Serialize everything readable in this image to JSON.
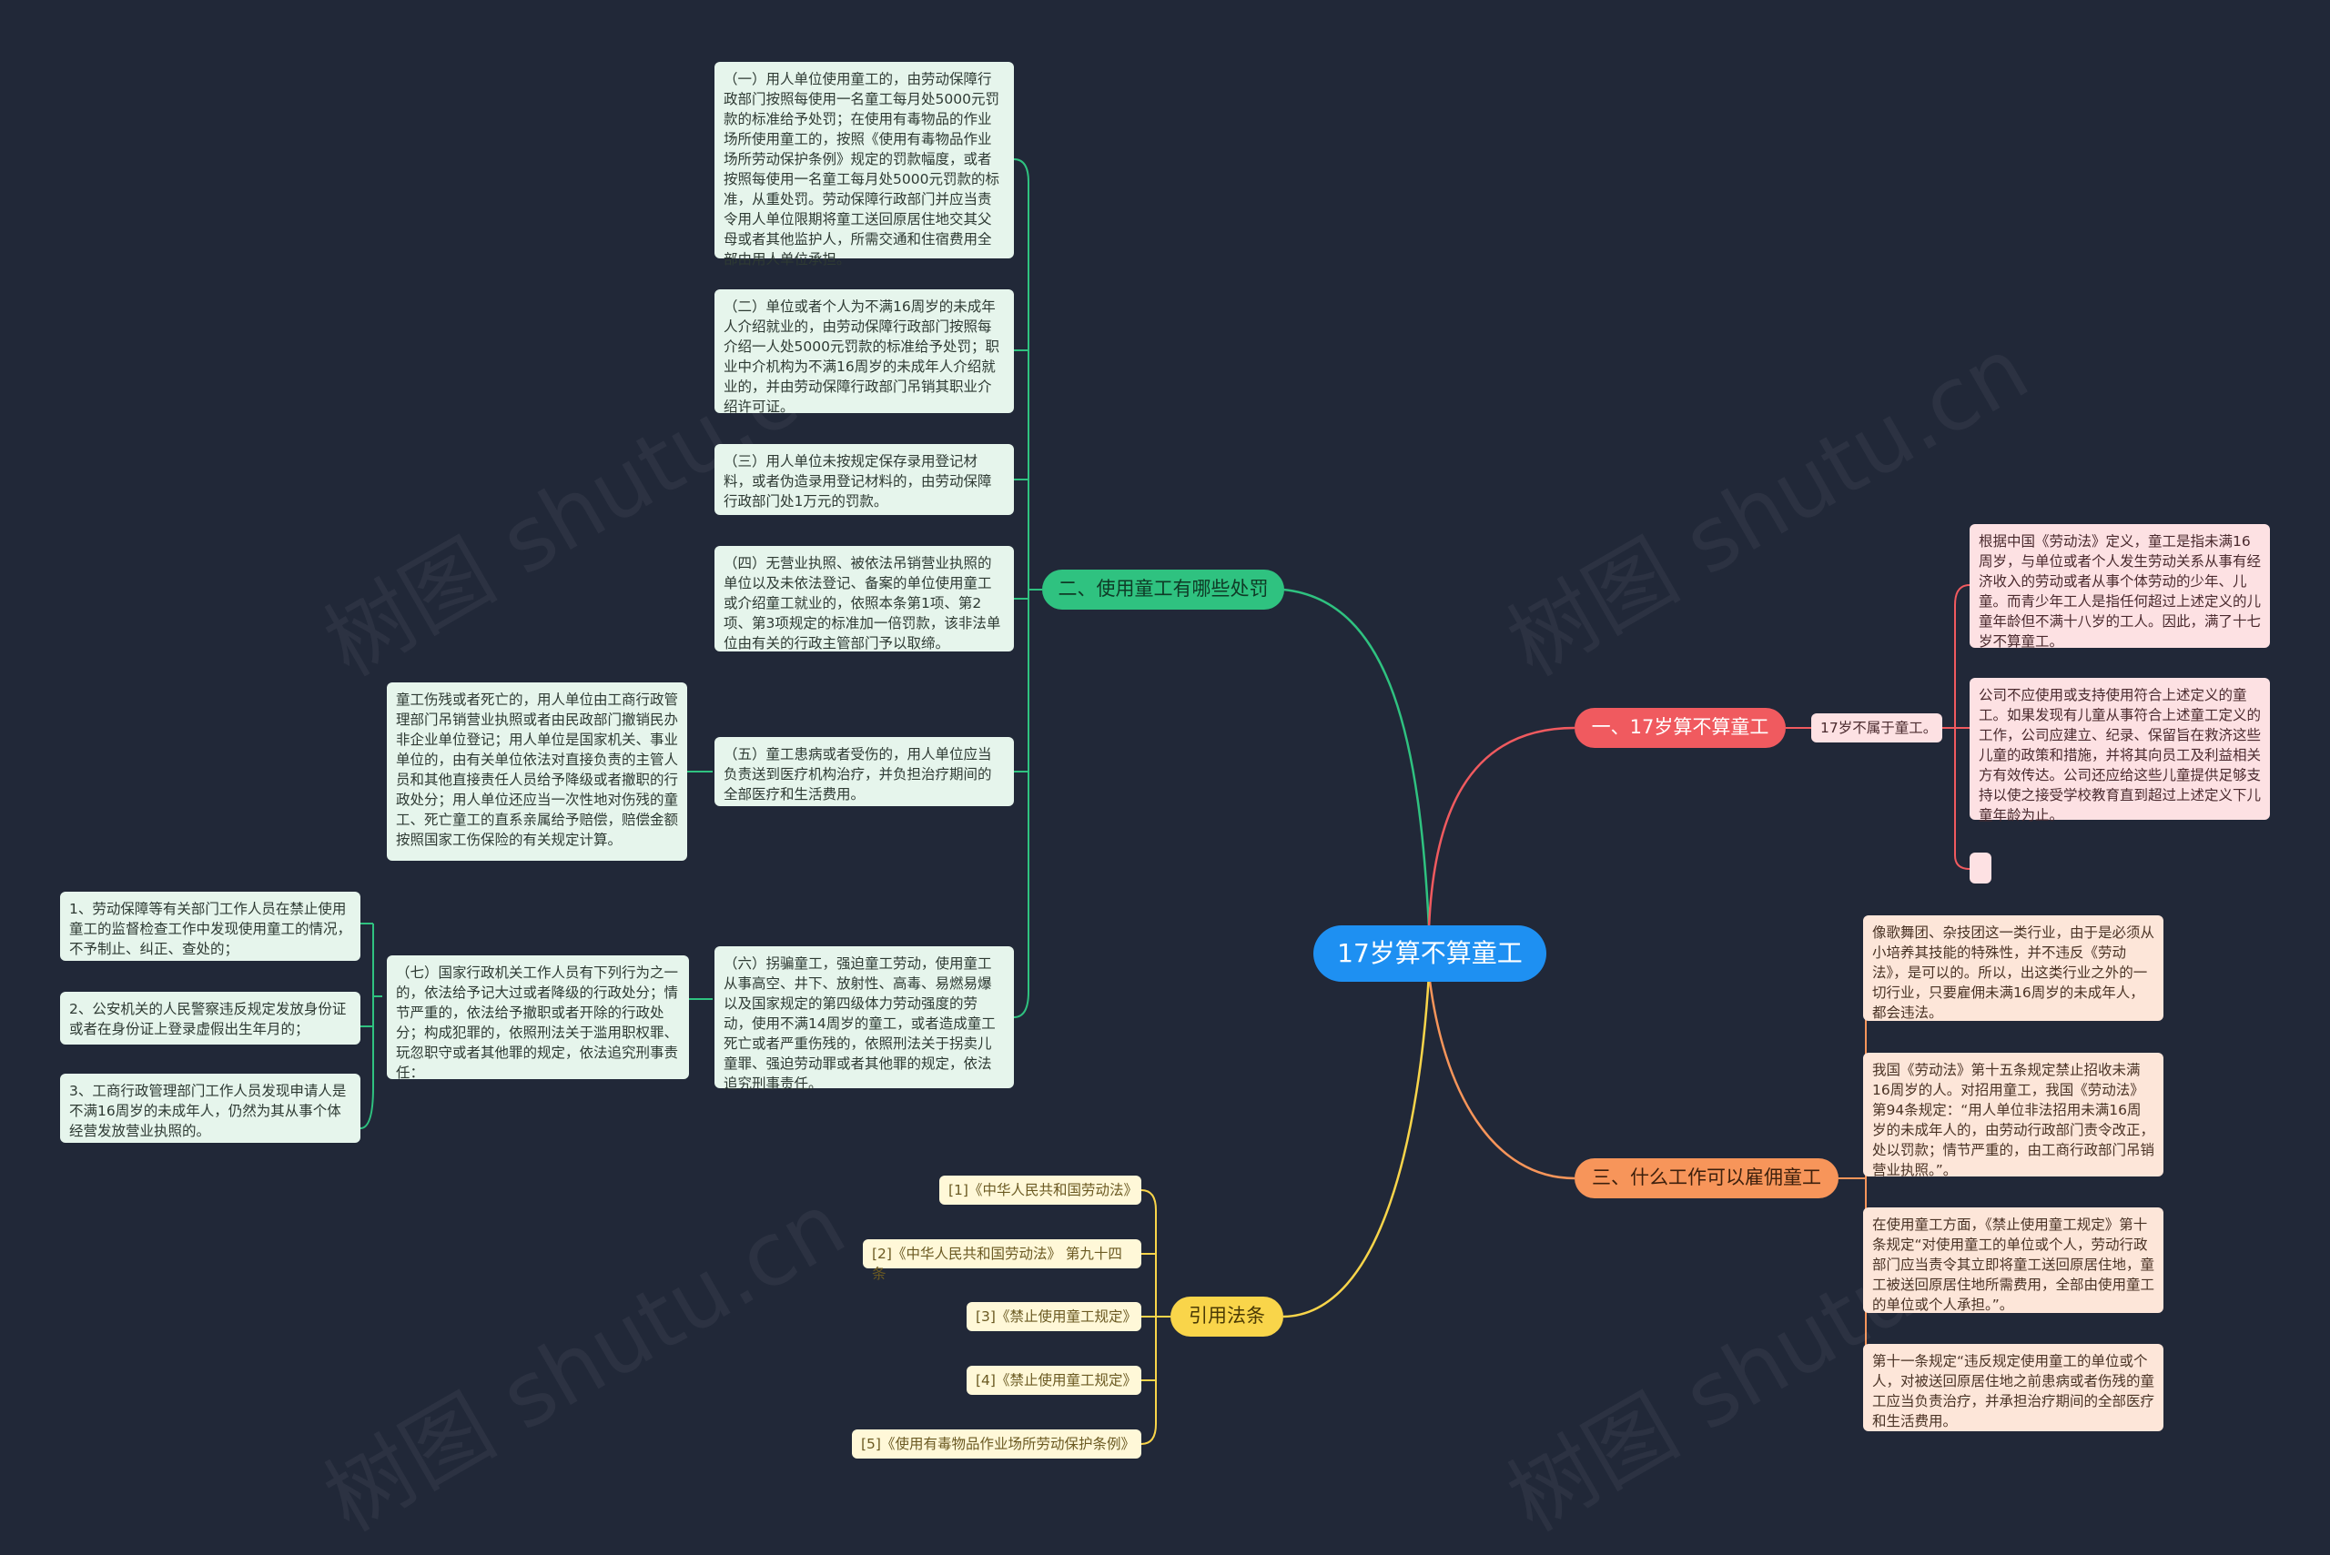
{
  "root": {
    "label": "17岁算不算童工"
  },
  "branches": {
    "penalties": {
      "label": "二、使用童工有哪些处罚",
      "color": "#2fc280"
    },
    "is_child_labor": {
      "label": "一、17岁算不算童工",
      "color": "#f05a5f"
    },
    "allowed_jobs": {
      "label": "三、什么工作可以雇佣童工",
      "color": "#f7955a"
    },
    "citations": {
      "label": "引用法条",
      "color": "#f9d54a"
    }
  },
  "penalties": [
    "（一）用人单位使用童工的，由劳动保障行政部门按照每使用一名童工每月处5000元罚款的标准给予处罚；在使用有毒物品的作业场所使用童工的，按照《使用有毒物品作业场所劳动保护条例》规定的罚款幅度，或者按照每使用一名童工每月处5000元罚款的标准，从重处罚。劳动保障行政部门并应当责令用人单位限期将童工送回原居住地交其父母或者其他监护人，所需交通和住宿费用全部由用人单位承担。",
    "（二）单位或者个人为不满16周岁的未成年人介绍就业的，由劳动保障行政部门按照每介绍一人处5000元罚款的标准给予处罚；职业中介机构为不满16周岁的未成年人介绍就业的，并由劳动保障行政部门吊销其职业介绍许可证。",
    "（三）用人单位未按规定保存录用登记材料，或者伪造录用登记材料的，由劳动保障行政部门处1万元的罚款。",
    "（四）无营业执照、被依法吊销营业执照的单位以及未依法登记、备案的单位使用童工或介绍童工就业的，依照本条第1项、第2项、第3项规定的标准加一倍罚款，该非法单位由有关的行政主管部门予以取缔。",
    "（五）童工患病或者受伤的，用人单位应当负责送到医疗机构治疗，并负担治疗期间的全部医疗和生活费用。",
    "（六）拐骗童工，强迫童工劳动，使用童工从事高空、井下、放射性、高毒、易燃易爆以及国家规定的第四级体力劳动强度的劳动，使用不满14周岁的童工，或者造成童工死亡或者严重伤残的，依照刑法关于拐卖儿童罪、强迫劳动罪或者其他罪的规定，依法追究刑事责任。"
  ],
  "injury_detail": "童工伤残或者死亡的，用人单位由工商行政管理部门吊销营业执照或者由民政部门撤销民办非企业单位登记；用人单位是国家机关、事业单位的，由有关单位依法对直接负责的主管人员和其他直接责任人员给予降级或者撤职的行政处分；用人单位还应当一次性地对伤残的童工、死亡童工的直系亲属给予赔偿，赔偿金额按照国家工伤保险的有关规定计算。",
  "seventh": "（七）国家行政机关工作人员有下列行为之一的，依法给予记大过或者降级的行政处分；情节严重的，依法给予撤职或者开除的行政处分；构成犯罪的，依照刑法关于滥用职权罪、玩忽职守或者其他罪的规定，依法追究刑事责任：",
  "seventh_items": [
    "1、劳动保障等有关部门工作人员在禁止使用童工的监督检查工作中发现使用童工的情况，不予制止、纠正、查处的；",
    "2、公安机关的人民警察违反规定发放身份证或者在身份证上登录虚假出生年月的；",
    "3、工商行政管理部门工作人员发现申请人是不满16周岁的未成年人，仍然为其从事个体经营发放营业执照的。"
  ],
  "is_child_labor": {
    "answer": "17岁不属于童工。",
    "details": [
      "根据中国《劳动法》定义，童工是指未满16周岁，与单位或者个人发生劳动关系从事有经济收入的劳动或者从事个体劳动的少年、儿童。而青少年工人是指任何超过上述定义的儿童年龄但不满十八岁的工人。因此，满了十七岁不算童工。",
      "公司不应使用或支持使用符合上述定义的童工。如果发现有儿童从事符合上述童工定义的工作，公司应建立、纪录、保留旨在救济这些儿童的政策和措施，并将其向员工及利益相关方有效传达。公司还应给这些儿童提供足够支持以使之接受学校教育直到超过上述定义下儿童年龄为止。",
      ""
    ]
  },
  "allowed_jobs": [
    "像歌舞团、杂技团这一类行业，由于是必须从小培养其技能的特殊性，并不违反《劳动法》，是可以的。所以，出这类行业之外的一切行业，只要雇佣未满16周岁的未成年人，都会违法。",
    "我国《劳动法》第十五条规定禁止招收未满16周岁的人。对招用童工，我国《劳动法》第94条规定：“用人单位非法招用未满16周岁的未成年人的，由劳动行政部门责令改正，处以罚款；情节严重的，由工商行政部门吊销营业执照。”。",
    "在使用童工方面，《禁止使用童工规定》第十条规定“对使用童工的单位或个人，劳动行政部门应当责令其立即将童工送回原居住地，童工被送回原居住地所需费用，全部由使用童工的单位或个人承担。”。",
    "第十一条规定“违反规定使用童工的单位或个人，对被送回原居住地之前患病或者伤残的童工应当负责治疗，并承担治疗期间的全部医疗和生活费用。"
  ],
  "citations": [
    "[1]《中华人民共和国劳动法》",
    "[2]《中华人民共和国劳动法》 第九十四条",
    "[3]《禁止使用童工规定》",
    "[4]《禁止使用童工规定》",
    "[5]《使用有毒物品作业场所劳动保护条例》"
  ],
  "watermark": "树图 shutu.cn"
}
